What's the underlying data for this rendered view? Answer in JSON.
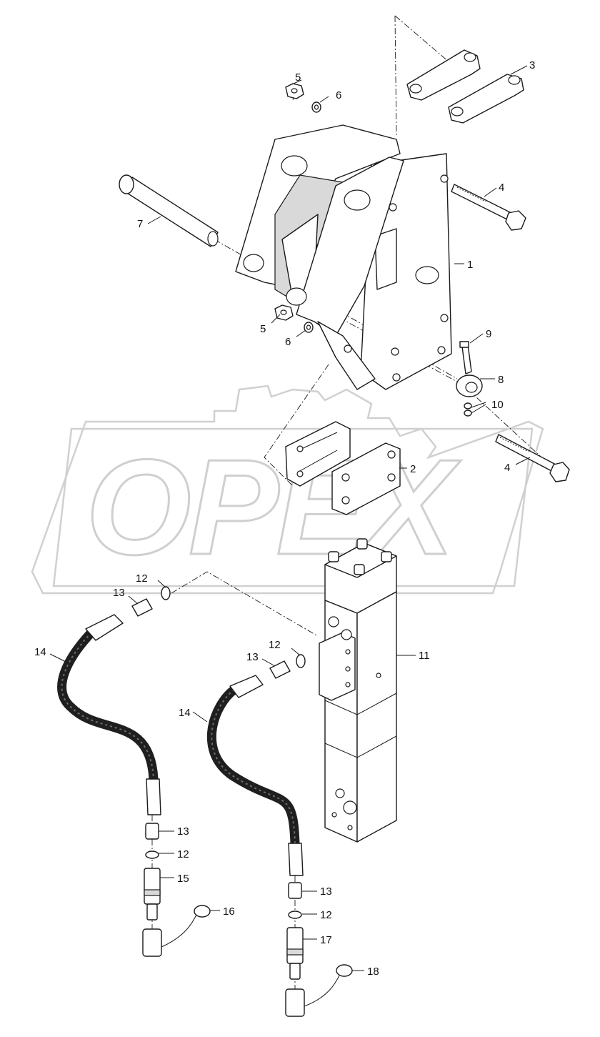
{
  "watermark": {
    "text": "OPEX"
  },
  "corner_mark": "",
  "callouts": [
    {
      "id": "c1",
      "label": "1"
    },
    {
      "id": "c2",
      "label": "2"
    },
    {
      "id": "c3",
      "label": "3"
    },
    {
      "id": "c4a",
      "label": "4"
    },
    {
      "id": "c4b",
      "label": "4"
    },
    {
      "id": "c5a",
      "label": "5"
    },
    {
      "id": "c5b",
      "label": "5"
    },
    {
      "id": "c6a",
      "label": "6"
    },
    {
      "id": "c6b",
      "label": "6"
    },
    {
      "id": "c7",
      "label": "7"
    },
    {
      "id": "c8",
      "label": "8"
    },
    {
      "id": "c9",
      "label": "9"
    },
    {
      "id": "c10",
      "label": "10"
    },
    {
      "id": "c11",
      "label": "11"
    },
    {
      "id": "c12a",
      "label": "12"
    },
    {
      "id": "c12b",
      "label": "12"
    },
    {
      "id": "c12c",
      "label": "12"
    },
    {
      "id": "c12d",
      "label": "12"
    },
    {
      "id": "c13a",
      "label": "13"
    },
    {
      "id": "c13b",
      "label": "13"
    },
    {
      "id": "c13c",
      "label": "13"
    },
    {
      "id": "c13d",
      "label": "13"
    },
    {
      "id": "c14a",
      "label": "14"
    },
    {
      "id": "c14b",
      "label": "14"
    },
    {
      "id": "c15",
      "label": "15"
    },
    {
      "id": "c16",
      "label": "16"
    },
    {
      "id": "c17",
      "label": "17"
    },
    {
      "id": "c18",
      "label": "18"
    }
  ]
}
